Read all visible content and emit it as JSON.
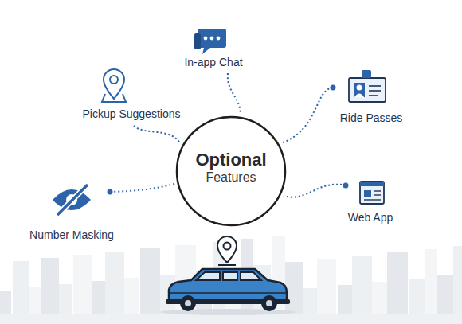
{
  "diagram": {
    "nodes": [
      {
        "text": [
          "Optional",
          "Features"
        ]
      }
    ],
    "labels": [
      "In-app Chat",
      "Pickup Suggestions",
      "Ride Passes",
      "Number Masking",
      "Web App"
    ]
  }
}
